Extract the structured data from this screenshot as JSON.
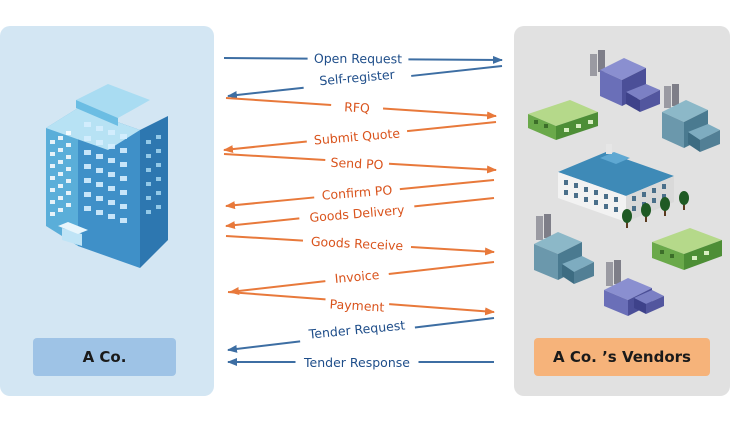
{
  "company": {
    "name": "A Co."
  },
  "vendors": {
    "name": "A Co. ’s Vendors"
  },
  "colors": {
    "company_panel": "#d3e6f3",
    "vendor_panel": "#e1e1e1",
    "company_label_bg": "#9ec3e6",
    "vendor_label_bg": "#f6b37a",
    "blue_arrow": "#3d6ea3",
    "orange_arrow": "#e8793b",
    "blue_text": "#1f4e8a",
    "orange_text": "#d9531c"
  },
  "messages": [
    {
      "label": "Open Request",
      "direction": "to-vendors",
      "color": "blue"
    },
    {
      "label": "Self-register",
      "direction": "to-company",
      "color": "blue"
    },
    {
      "label": "RFQ",
      "direction": "to-vendors",
      "color": "orange"
    },
    {
      "label": "Submit Quote",
      "direction": "to-company",
      "color": "orange"
    },
    {
      "label": "Send PO",
      "direction": "to-vendors",
      "color": "orange"
    },
    {
      "label": "Confirm PO",
      "direction": "to-company",
      "color": "orange"
    },
    {
      "label": "Goods Delivery",
      "direction": "to-company",
      "color": "orange"
    },
    {
      "label": "Goods Receive",
      "direction": "to-vendors",
      "color": "orange"
    },
    {
      "label": "Invoice",
      "direction": "to-company",
      "color": "orange"
    },
    {
      "label": "Payment",
      "direction": "to-vendors",
      "color": "orange"
    },
    {
      "label": "Tender Request",
      "direction": "to-vendors",
      "color": "blue"
    },
    {
      "label": "Tender Response",
      "direction": "to-company",
      "color": "blue"
    }
  ],
  "icons": {
    "company": "office-building-icon",
    "vendors": "factory-buildings-icon"
  }
}
